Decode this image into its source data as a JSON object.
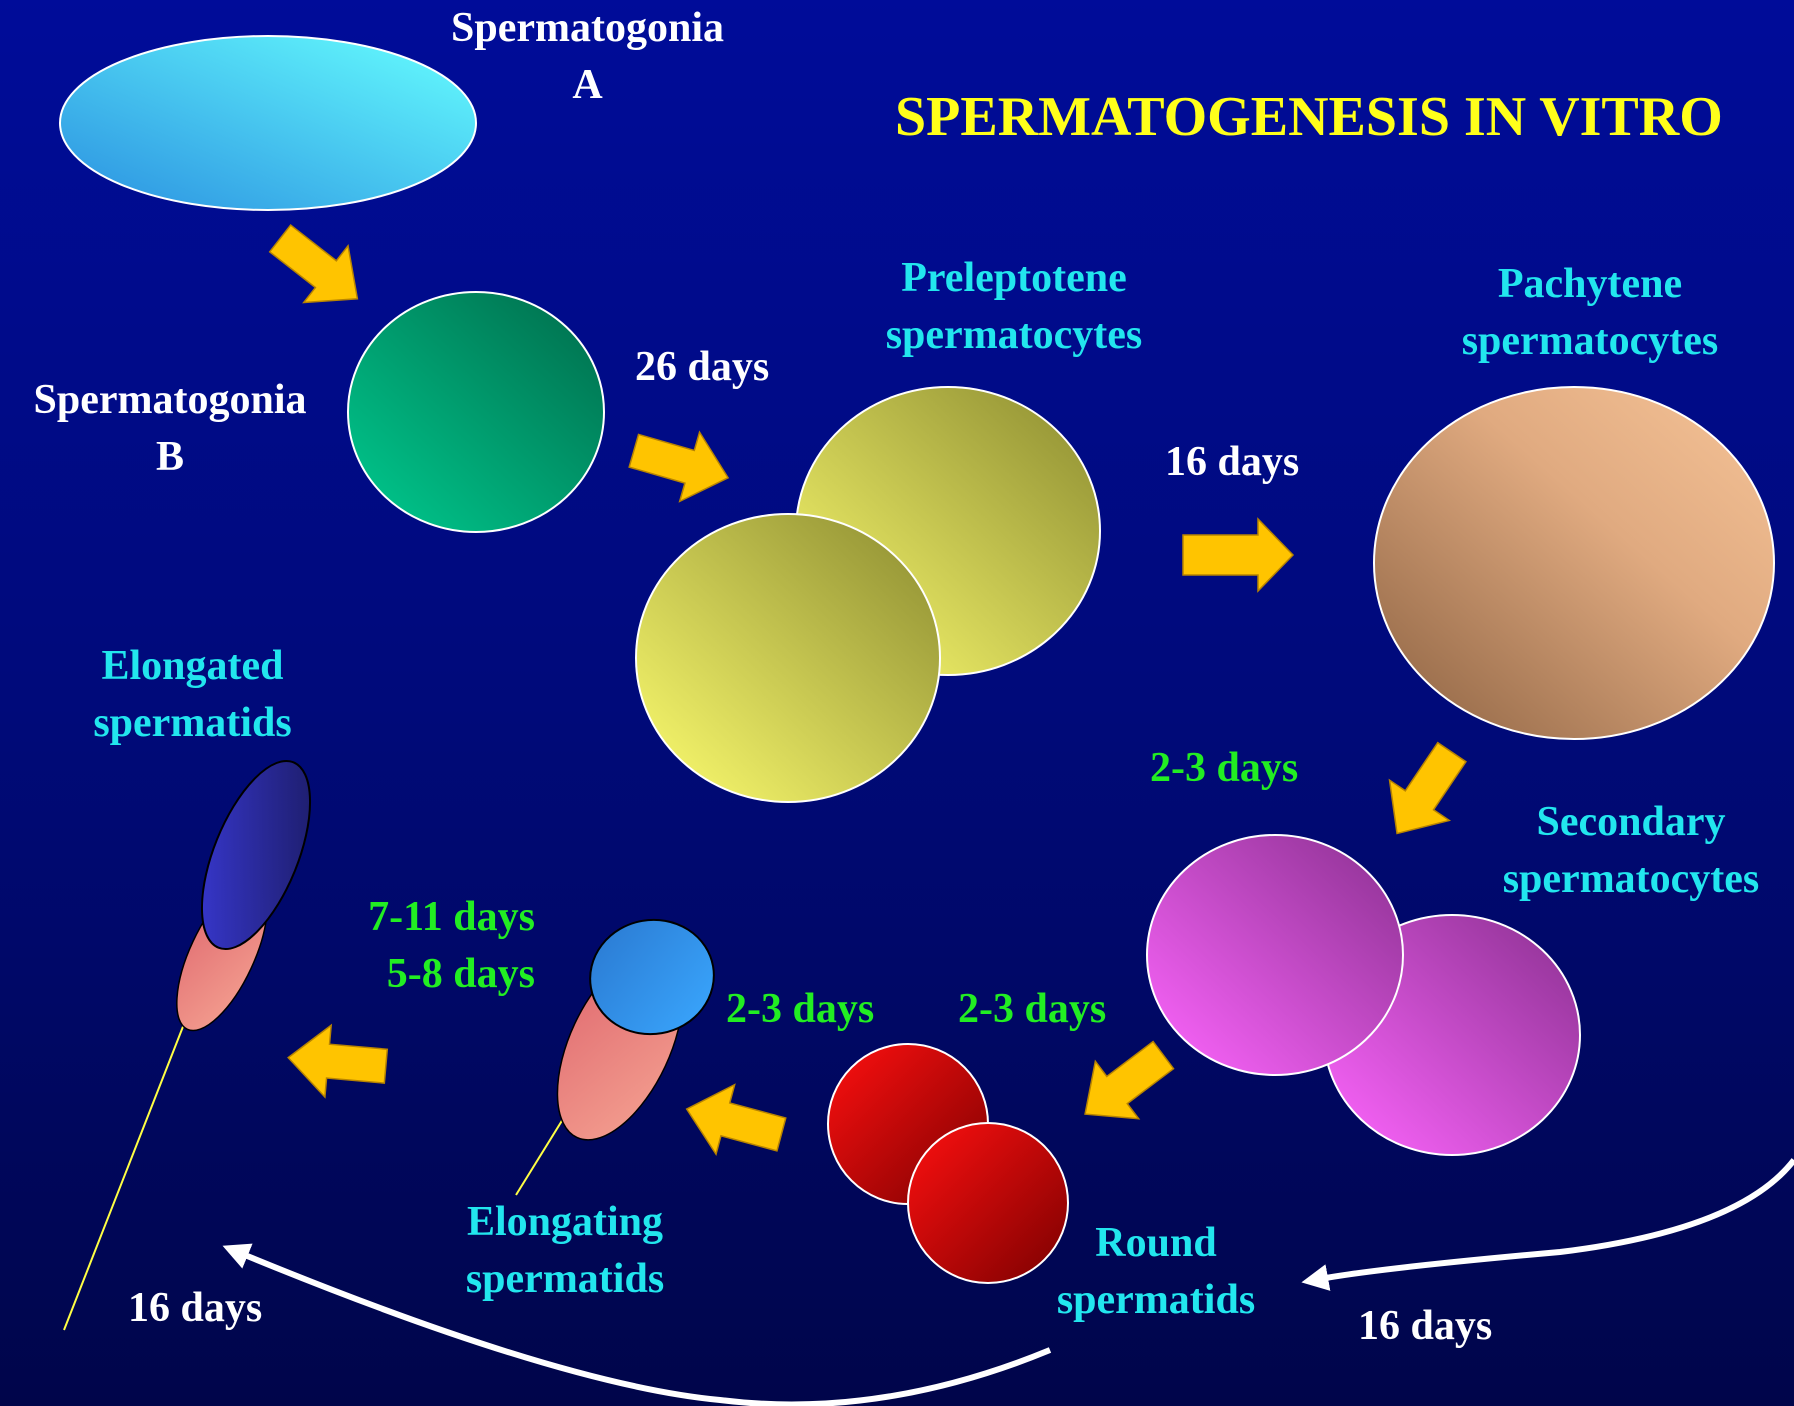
{
  "title": "SPERMATOGENESIS IN VITRO",
  "stages": {
    "spermatogonia_a": [
      "Spermatogonia",
      "A"
    ],
    "spermatogonia_b": [
      "Spermatogonia",
      "B"
    ],
    "preleptotene": [
      "Preleptotene",
      "spermatocytes"
    ],
    "pachytene": [
      "Pachytene",
      "spermatocytes"
    ],
    "secondary": [
      "Secondary",
      "spermatocytes"
    ],
    "round": [
      "Round",
      "spermatids"
    ],
    "elongating": [
      "Elongating",
      "spermatids"
    ],
    "elongated": [
      "Elongated",
      "spermatids"
    ]
  },
  "durations": {
    "b_to_preleptotene": "26 days",
    "preleptotene_to_pachytene": "16 days",
    "pachytene_to_secondary": "2-3 days",
    "secondary_to_round": "2-3 days",
    "round_to_elongating": "2-3 days",
    "elongating_to_elongated": [
      "7-11 days",
      "5-8 days"
    ],
    "pachytene_to_round_curve": "16 days",
    "round_to_elongated_curve": "16 days"
  },
  "colors": {
    "background": "#000a7a",
    "title": "#ffff1a",
    "label_white": "#ffffff",
    "label_cyan": "#22e6ee",
    "label_green": "#22ee22",
    "arrow": "#ffc400",
    "spermatogonia_a": "#5ad8ff",
    "spermatogonia_b": "#009a70",
    "preleptotene": "#e6e266",
    "pachytene": "#c09070",
    "secondary": "#e050e0",
    "round": "#e00000",
    "elongating_nucleus": "#2a8ff0",
    "elongated_nucleus": "#3030b0",
    "cytoplasm": "#e88a88"
  }
}
